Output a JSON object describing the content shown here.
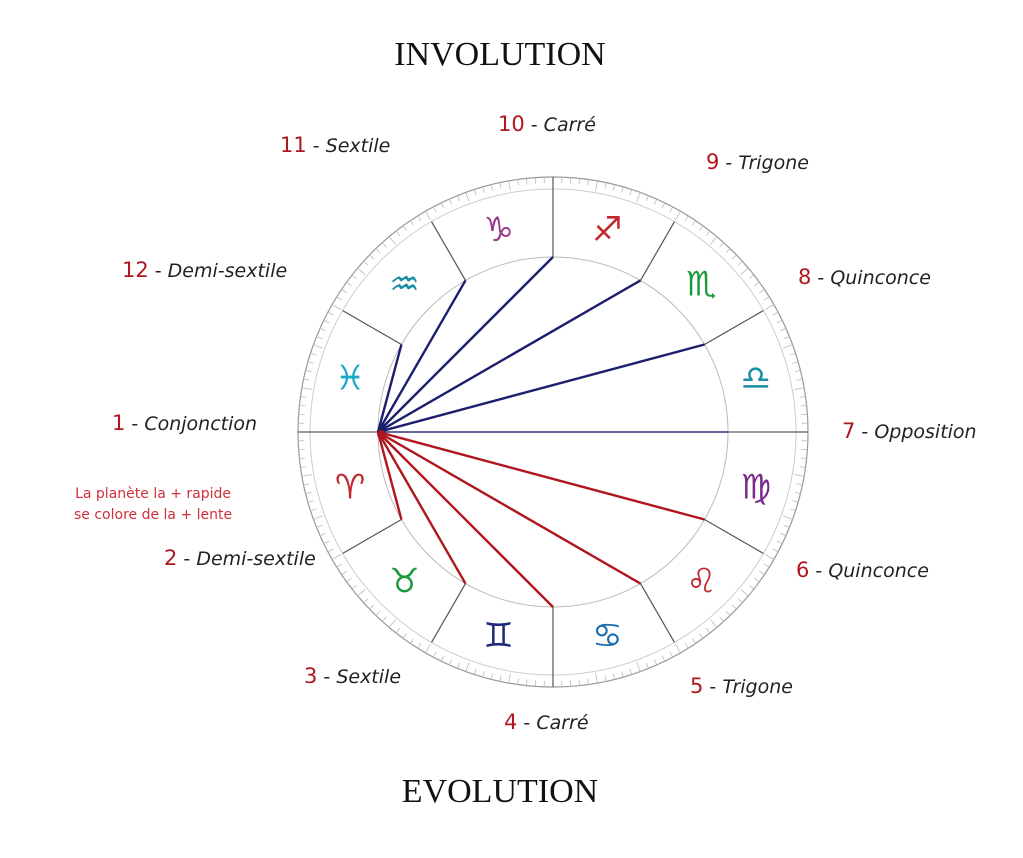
{
  "titles": {
    "top": "INVOLUTION",
    "bottom": "EVOLUTION"
  },
  "note": [
    "La planète la + rapide",
    "se colore de la + lente"
  ],
  "aspects": [
    {
      "num": "1",
      "sep": " - ",
      "name": "Conjonction"
    },
    {
      "num": "2",
      "sep": " - ",
      "name": "Demi-sextile"
    },
    {
      "num": "3",
      "sep": " - ",
      "name": "Sextile"
    },
    {
      "num": "4",
      "sep": " - ",
      "name": "Carré"
    },
    {
      "num": "5",
      "sep": " - ",
      "name": "Trigone"
    },
    {
      "num": "6",
      "sep": " - ",
      "name": "Quinconce"
    },
    {
      "num": "7",
      "sep": " - ",
      "name": "Opposition"
    },
    {
      "num": "8",
      "sep": " - ",
      "name": "Quinconce"
    },
    {
      "num": "9",
      "sep": " - ",
      "name": "Trigone"
    },
    {
      "num": "10",
      "sep": " - ",
      "name": "Carré"
    },
    {
      "num": "11",
      "sep": " - ",
      "name": "Sextile"
    },
    {
      "num": "12",
      "sep": " - ",
      "name": "Demi-sextile"
    }
  ],
  "signs": [
    {
      "name": "aries",
      "glyph": "♈︎",
      "color": "#c0282e"
    },
    {
      "name": "taurus",
      "glyph": "♉︎",
      "color": "#1d9a3c"
    },
    {
      "name": "gemini",
      "glyph": "♊︎",
      "color": "#1f2a7a"
    },
    {
      "name": "cancer",
      "glyph": "♋︎",
      "color": "#1f6fb0"
    },
    {
      "name": "leo",
      "glyph": "♌︎",
      "color": "#c0282e"
    },
    {
      "name": "virgo",
      "glyph": "♍︎",
      "color": "#7a2a8a"
    },
    {
      "name": "libra",
      "glyph": "♎︎",
      "color": "#1a8fa8"
    },
    {
      "name": "scorpio",
      "glyph": "♏︎",
      "color": "#1d9a3c"
    },
    {
      "name": "sagittarius",
      "glyph": "♐︎",
      "color": "#c0282e"
    },
    {
      "name": "capricorn",
      "glyph": "♑︎",
      "color": "#9a3a8a"
    },
    {
      "name": "aquarius",
      "glyph": "♒︎",
      "color": "#1a8fa8"
    },
    {
      "name": "pisces",
      "glyph": "♓︎",
      "color": "#18a8c8"
    }
  ],
  "colors": {
    "involution": "#1c1f6e",
    "evolution": "#b0161e"
  }
}
